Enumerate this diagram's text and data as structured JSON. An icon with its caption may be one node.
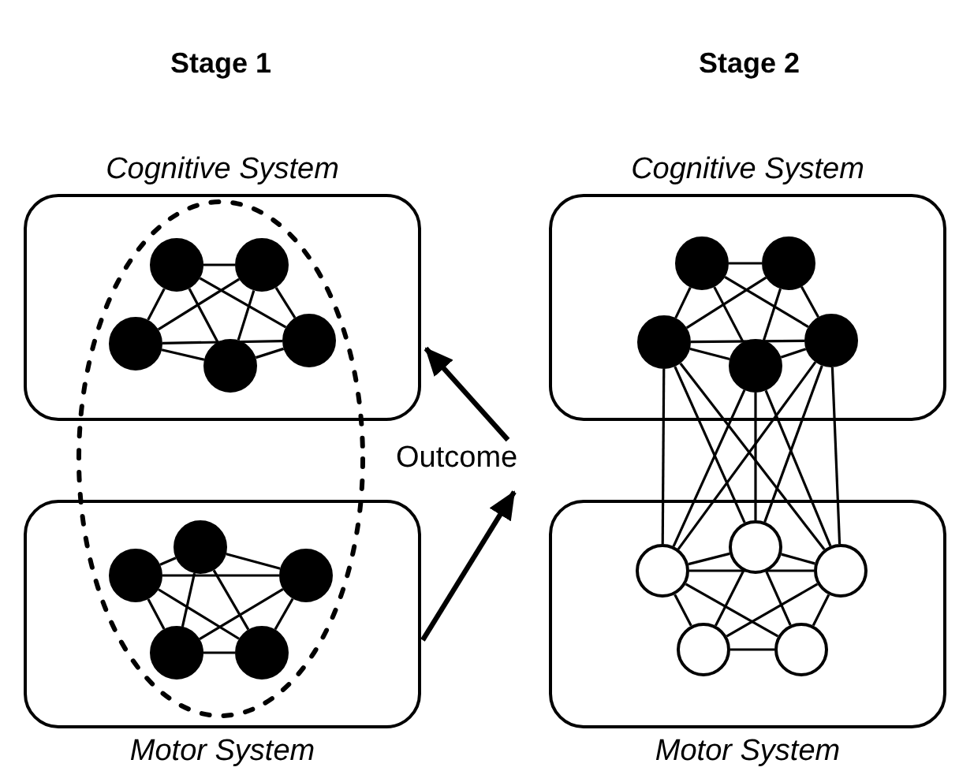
{
  "diagram": {
    "nodes": [
      {
        "text": [
          "Cognitive System"
        ]
      },
      {
        "text": [
          "Cognitive System"
        ]
      },
      {
        "text": [
          "Outcome"
        ]
      },
      {
        "text": [
          "Motor System"
        ]
      },
      {
        "text": [
          "Motor System"
        ]
      },
      {
        "text": [],
        "shape": "circle",
        "in": 0
      },
      {
        "text": [],
        "shape": "circle",
        "in": 0
      },
      {
        "text": [],
        "shape": "circle",
        "in": 0
      },
      {
        "text": [],
        "shape": "circle",
        "in": 0
      },
      {
        "text": [],
        "shape": "circle",
        "in": 0
      },
      {
        "text": [],
        "shape": "circle",
        "in": 3
      },
      {
        "text": [],
        "shape": "circle",
        "in": 3
      },
      {
        "text": [],
        "shape": "circle",
        "in": 3
      },
      {
        "text": [],
        "shape": "circle",
        "in": 3
      },
      {
        "text": [],
        "shape": "circle",
        "in": 3
      },
      {
        "text": [],
        "shape": "circle",
        "in": 1
      },
      {
        "text": [],
        "shape": "circle",
        "in": 1
      },
      {
        "text": [],
        "shape": "circle",
        "in": 1
      },
      {
        "text": [],
        "shape": "circle",
        "in": 1
      },
      {
        "text": [],
        "shape": "circle",
        "in": 1
      },
      {
        "text": [],
        "shape": "circle",
        "in": 4
      },
      {
        "text": [],
        "shape": "circle",
        "in": 4
      },
      {
        "text": [],
        "shape": "circle",
        "in": 4
      },
      {
        "text": [],
        "shape": "circle",
        "in": 4
      },
      {
        "text": [],
        "shape": "circle",
        "in": 4
      }
    ],
    "edges": [
      {
        "from": 2,
        "to": 0,
        "arrow": "to",
        "style": "thick"
      },
      {
        "from": 3,
        "to": 2,
        "arrow": "to",
        "style": "thick"
      },
      {
        "from": 5,
        "to": 6,
        "arrow": "none"
      },
      {
        "from": 5,
        "to": 7,
        "arrow": "none"
      },
      {
        "from": 5,
        "to": 8,
        "arrow": "none"
      },
      {
        "from": 5,
        "to": 9,
        "arrow": "none"
      },
      {
        "from": 6,
        "to": 7,
        "arrow": "none"
      },
      {
        "from": 6,
        "to": 8,
        "arrow": "none"
      },
      {
        "from": 6,
        "to": 9,
        "arrow": "none"
      },
      {
        "from": 7,
        "to": 8,
        "arrow": "none"
      },
      {
        "from": 7,
        "to": 9,
        "arrow": "none"
      },
      {
        "from": 8,
        "to": 9,
        "arrow": "none"
      },
      {
        "from": 10,
        "to": 11,
        "arrow": "none"
      },
      {
        "from": 10,
        "to": 12,
        "arrow": "none"
      },
      {
        "from": 10,
        "to": 13,
        "arrow": "none"
      },
      {
        "from": 10,
        "to": 14,
        "arrow": "none"
      },
      {
        "from": 11,
        "to": 12,
        "arrow": "none"
      },
      {
        "from": 11,
        "to": 13,
        "arrow": "none"
      },
      {
        "from": 11,
        "to": 14,
        "arrow": "none"
      },
      {
        "from": 12,
        "to": 13,
        "arrow": "none"
      },
      {
        "from": 12,
        "to": 14,
        "arrow": "none"
      },
      {
        "from": 13,
        "to": 14,
        "arrow": "none"
      },
      {
        "from": 15,
        "to": 16,
        "arrow": "none"
      },
      {
        "from": 15,
        "to": 17,
        "arrow": "none"
      },
      {
        "from": 15,
        "to": 18,
        "arrow": "none"
      },
      {
        "from": 15,
        "to": 19,
        "arrow": "none"
      },
      {
        "from": 16,
        "to": 17,
        "arrow": "none"
      },
      {
        "from": 16,
        "to": 18,
        "arrow": "none"
      },
      {
        "from": 16,
        "to": 19,
        "arrow": "none"
      },
      {
        "from": 17,
        "to": 18,
        "arrow": "none"
      },
      {
        "from": 17,
        "to": 19,
        "arrow": "none"
      },
      {
        "from": 18,
        "to": 19,
        "arrow": "none"
      },
      {
        "from": 20,
        "to": 21,
        "arrow": "none"
      },
      {
        "from": 20,
        "to": 22,
        "arrow": "none"
      },
      {
        "from": 20,
        "to": 23,
        "arrow": "none"
      },
      {
        "from": 20,
        "to": 24,
        "arrow": "none"
      },
      {
        "from": 21,
        "to": 22,
        "arrow": "none"
      },
      {
        "from": 21,
        "to": 23,
        "arrow": "none"
      },
      {
        "from": 21,
        "to": 24,
        "arrow": "none"
      },
      {
        "from": 22,
        "to": 23,
        "arrow": "none"
      },
      {
        "from": 22,
        "to": 24,
        "arrow": "none"
      },
      {
        "from": 23,
        "to": 24,
        "arrow": "none"
      },
      {
        "from": 17,
        "to": 20,
        "arrow": "none"
      },
      {
        "from": 17,
        "to": 21,
        "arrow": "none"
      },
      {
        "from": 17,
        "to": 22,
        "arrow": "none"
      },
      {
        "from": 19,
        "to": 20,
        "arrow": "none"
      },
      {
        "from": 19,
        "to": 21,
        "arrow": "none"
      },
      {
        "from": 19,
        "to": 22,
        "arrow": "none"
      },
      {
        "from": 18,
        "to": 20,
        "arrow": "none"
      },
      {
        "from": 18,
        "to": 21,
        "arrow": "none"
      },
      {
        "from": 18,
        "to": 22,
        "arrow": "none"
      }
    ],
    "labels": [
      "Stage 1",
      "Stage 2"
    ]
  }
}
